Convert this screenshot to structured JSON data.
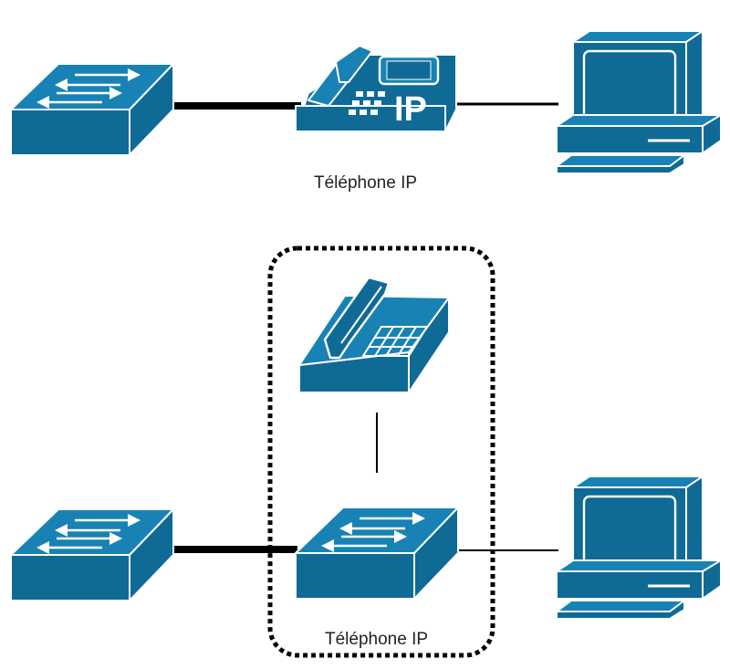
{
  "colors": {
    "device_fill": "#0f6a96",
    "device_top": "#1982b4",
    "device_edge": "#ffffff",
    "link": "#000000",
    "grouping_border": "#000000"
  },
  "devices": [
    {
      "id": "switch-top-left",
      "icon": "switch-icon"
    },
    {
      "id": "ip-phone-top",
      "icon": "ip-phone-icon",
      "badge": "IP"
    },
    {
      "id": "computer-top",
      "icon": "computer-icon"
    },
    {
      "id": "switch-bottom-left",
      "icon": "switch-icon"
    },
    {
      "id": "phone-bottom",
      "icon": "telephone-icon"
    },
    {
      "id": "switch-bottom-internal",
      "icon": "switch-icon"
    },
    {
      "id": "computer-bottom",
      "icon": "computer-icon"
    }
  ],
  "labels": {
    "top": "Téléphone IP",
    "bottom": "Téléphone IP"
  }
}
